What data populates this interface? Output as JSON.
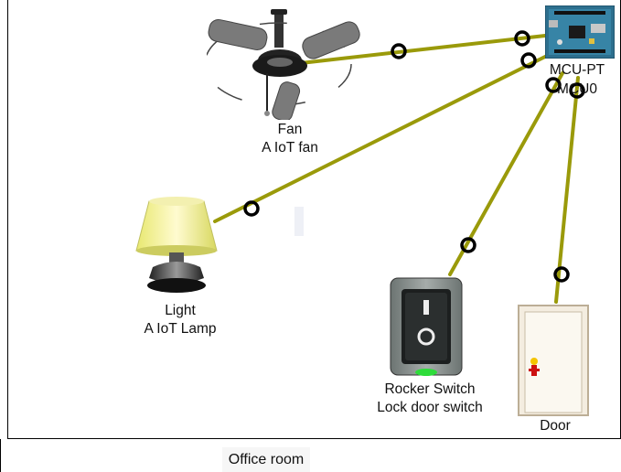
{
  "canvas": {
    "link_color": "#9a9a0a"
  },
  "devices": {
    "fan": {
      "name": "Fan",
      "description": "A IoT fan",
      "icon": "ceiling-fan-icon"
    },
    "light": {
      "name": "Light",
      "description": "A IoT Lamp",
      "icon": "table-lamp-icon"
    },
    "switch": {
      "name": "Rocker Switch",
      "description": "Lock door switch",
      "icon": "rocker-switch-icon"
    },
    "door": {
      "name": "Door",
      "icon": "door-icon"
    },
    "mcu": {
      "name_line1": "MCU-PT",
      "name_line2": "MCU0",
      "icon": "microcontroller-board-icon"
    }
  },
  "room": {
    "label": "Office room"
  }
}
